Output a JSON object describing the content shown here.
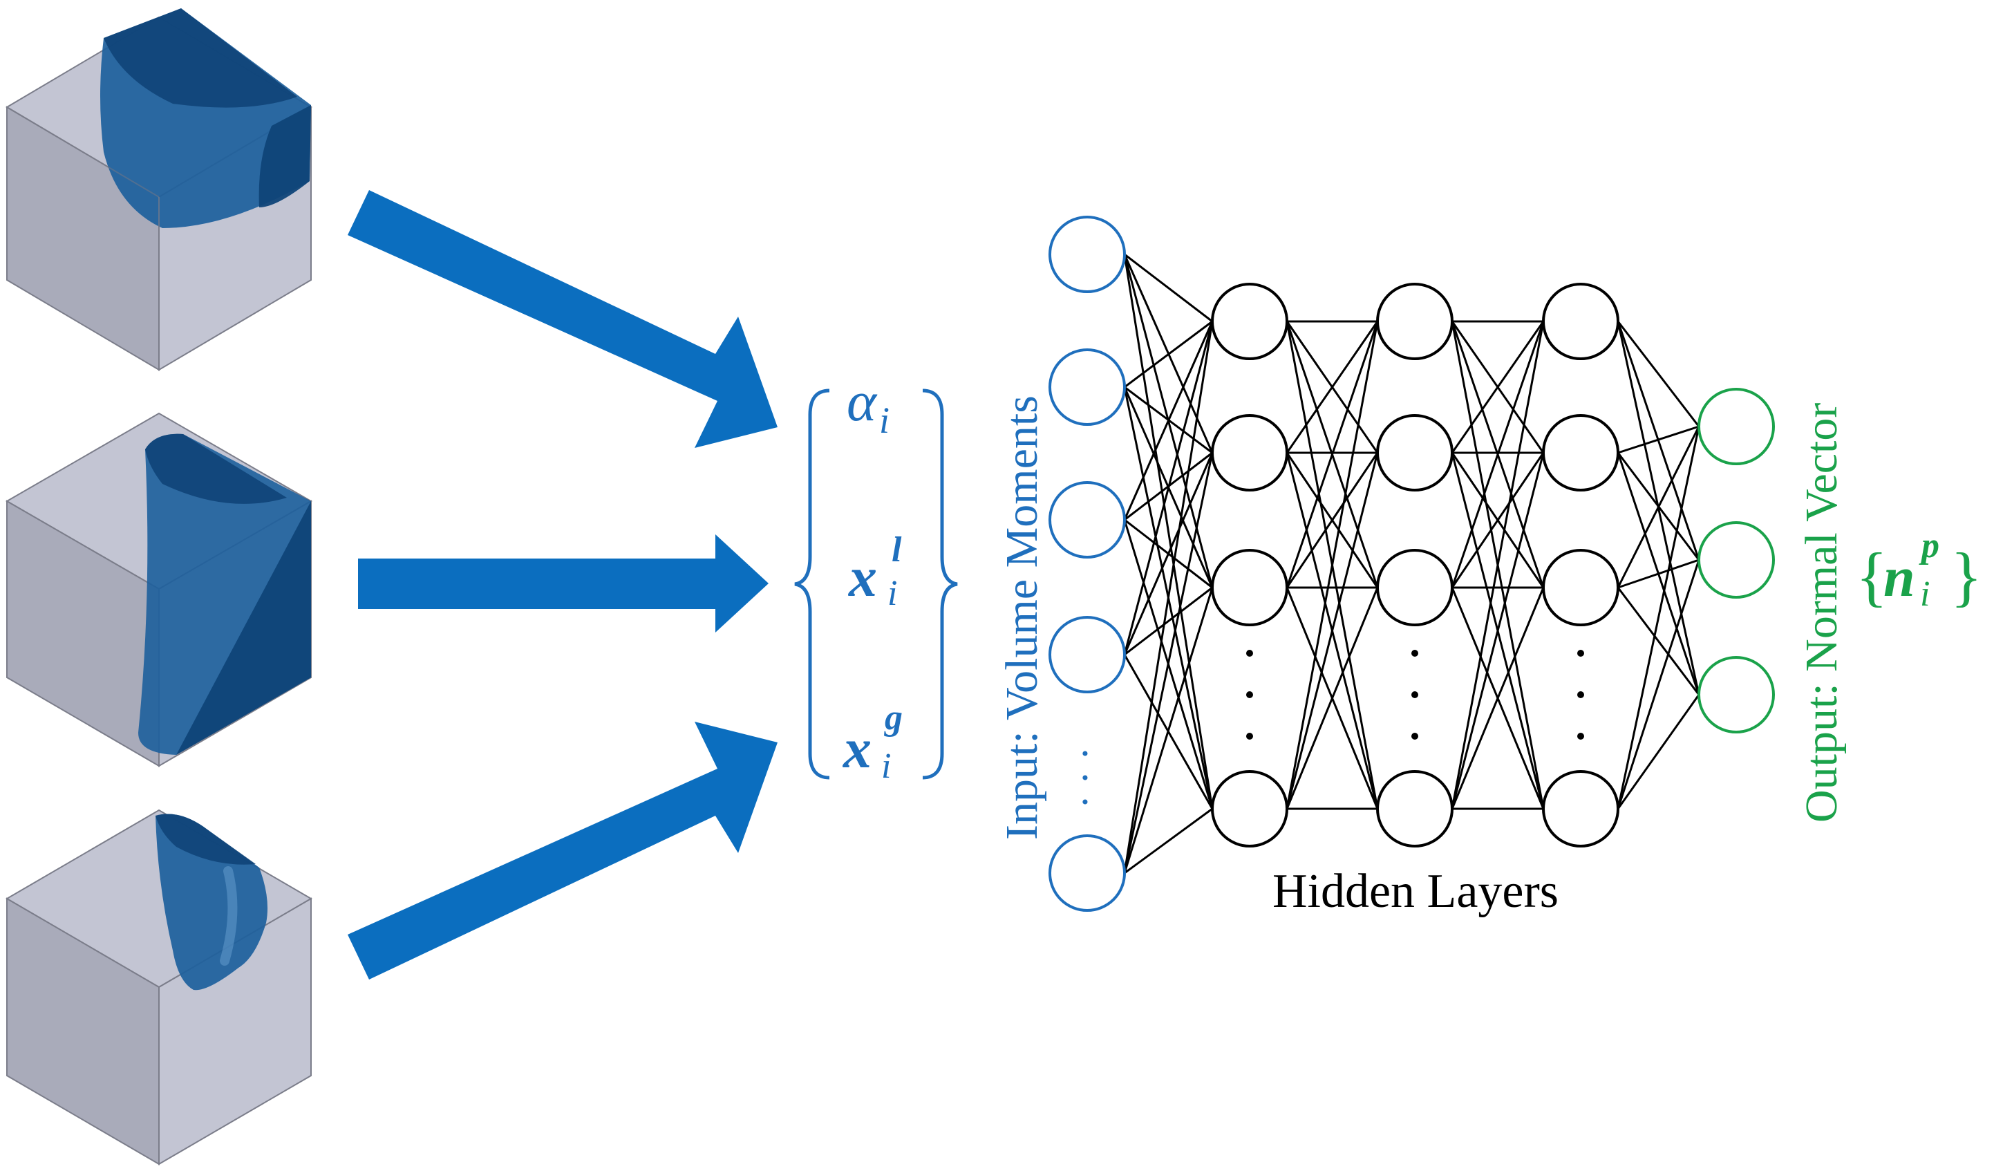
{
  "colors": {
    "input_blue": "#1f6fbd",
    "arrow_blue": "#0b6ebf",
    "fluid_blue": "#1d5f9c",
    "fluid_dark": "#0f4478",
    "cube_face_light": "#c3c5d3",
    "cube_face_mid": "#a9abba",
    "cube_face_dark": "#9a9cab",
    "cube_edge": "#7b7d8a",
    "output_green": "#1aa24a",
    "network_black": "#000000"
  },
  "features": {
    "alpha": {
      "base": "α",
      "sub": "i"
    },
    "xl": {
      "base": "x",
      "sub": "i",
      "sup": "l"
    },
    "xg": {
      "base": "x",
      "sub": "i",
      "sup": "g"
    }
  },
  "input_label": "Input:  Volume Moments",
  "input_ellipsis": "· · ·",
  "hidden_label": "Hidden Layers",
  "hidden_ellipsis": "·\n·\n·",
  "output_label": "Output:  Normal Vector",
  "output_symbol": {
    "open": "{",
    "base": "n",
    "sub": "i",
    "sup": "p",
    "close": "}"
  },
  "network": {
    "input_nodes": 5,
    "hidden_layers": 3,
    "hidden_nodes_per_layer": 4,
    "output_nodes": 3
  },
  "icons": [
    "cube-interface-1-icon",
    "cube-interface-2-icon",
    "cube-interface-3-icon",
    "arrow-icon"
  ]
}
